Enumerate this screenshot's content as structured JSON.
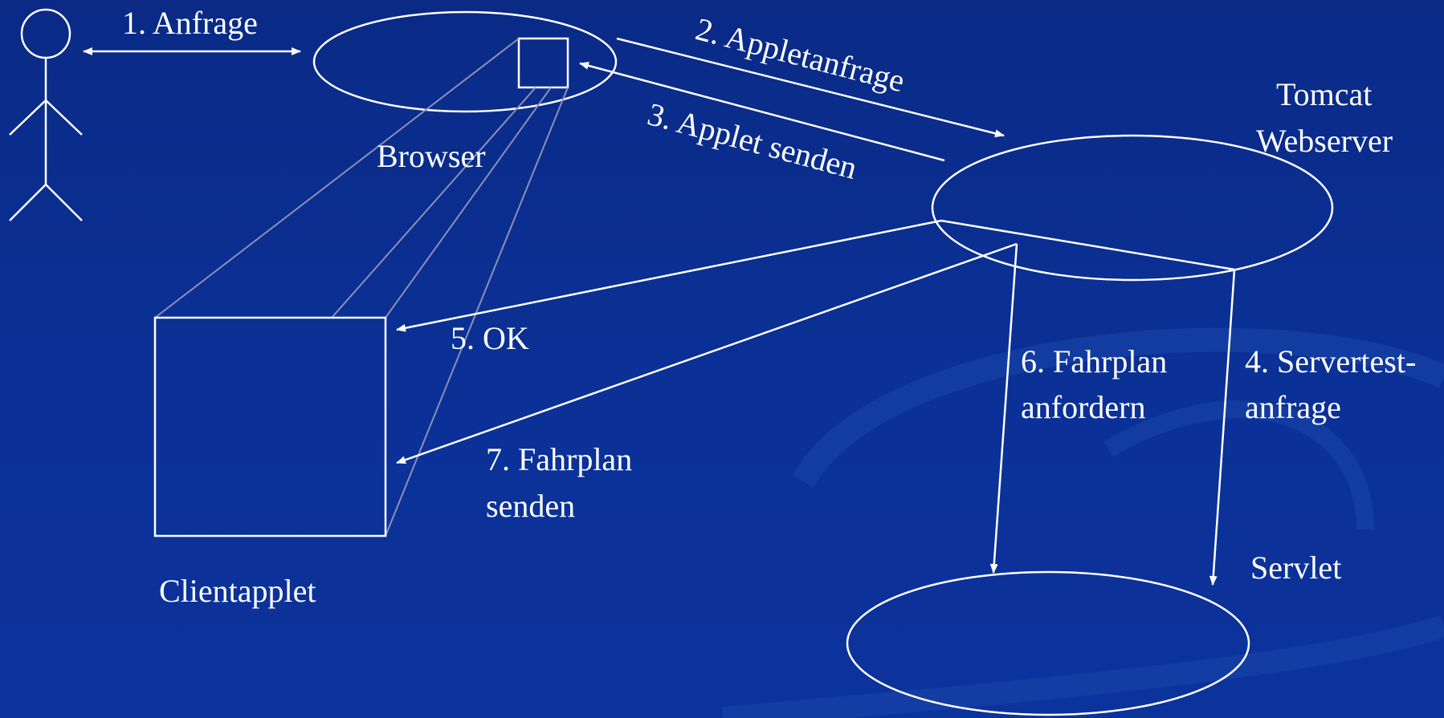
{
  "labels": {
    "anfrage": "1. Anfrage",
    "appletanfrage": "2. Appletanfrage",
    "applet_senden": "3. Applet senden",
    "browser": "Browser",
    "tomcat_line1": "Tomcat",
    "tomcat_line2": "Webserver",
    "ok": "5. OK",
    "fahrplan_anfordern_line1": "6. Fahrplan",
    "fahrplan_anfordern_line2": "anfordern",
    "servertest_line1": "4. Servertest-",
    "servertest_line2": "anfrage",
    "fahrplan_senden_line1": "7. Fahrplan",
    "fahrplan_senden_line2": "senden",
    "clientapplet": "Clientapplet",
    "servlet": "Servlet"
  },
  "colors": {
    "background": "#0b3197",
    "stroke": "#ffffff",
    "projection_stroke": "#8c8fb8",
    "swoosh": "#1a46aa"
  }
}
